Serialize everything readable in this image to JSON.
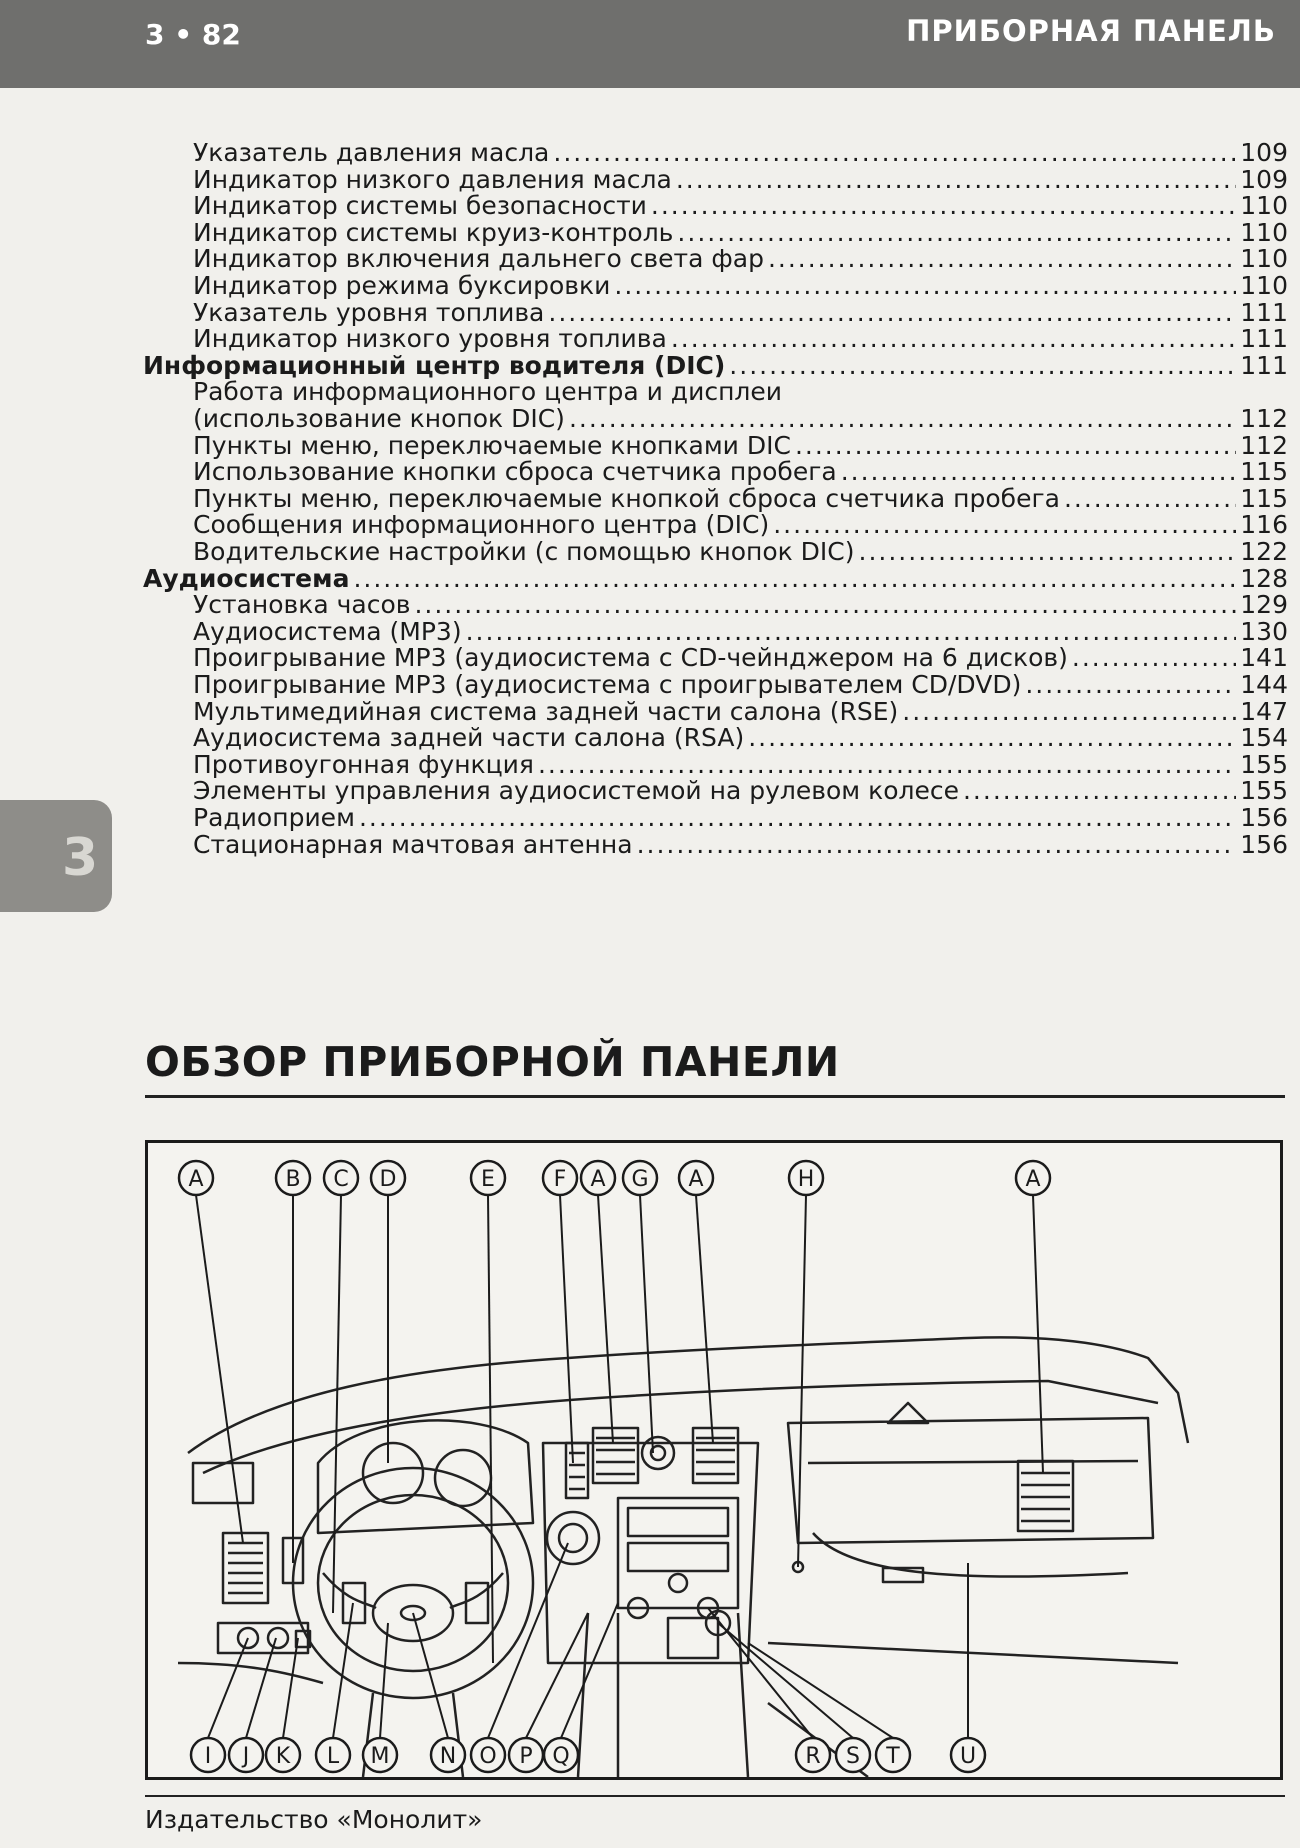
{
  "header": {
    "page_number": "3 • 82",
    "section_title": "ПРИБОРНАЯ ПАНЕЛЬ"
  },
  "side_tab": {
    "label": "3"
  },
  "toc": [
    {
      "title": "Указатель давления масла",
      "page": "109",
      "level": "sub"
    },
    {
      "title": "Индикатор низкого давления масла",
      "page": "109",
      "level": "sub"
    },
    {
      "title": "Индикатор системы безопасности",
      "page": "110",
      "level": "sub"
    },
    {
      "title": "Индикатор системы круиз-контроль",
      "page": "110",
      "level": "sub"
    },
    {
      "title": "Индикатор включения дальнего света фар",
      "page": "110",
      "level": "sub"
    },
    {
      "title": "Индикатор режима буксировки",
      "page": "110",
      "level": "sub"
    },
    {
      "title": "Указатель уровня топлива",
      "page": "111",
      "level": "sub"
    },
    {
      "title": "Индикатор низкого уровня топлива",
      "page": "111",
      "level": "sub"
    },
    {
      "title": "Информационный центр водителя (DIC)",
      "page": "111",
      "level": "main"
    },
    {
      "title": "Работа информационного центра и дисплеи",
      "page": "",
      "level": "cont"
    },
    {
      "title": "(использование кнопок DIC)",
      "page": "112",
      "level": "sub"
    },
    {
      "title": "Пункты меню, переключаемые кнопками DIC",
      "page": "112",
      "level": "sub"
    },
    {
      "title": "Использование кнопки сброса счетчика пробега",
      "page": "115",
      "level": "sub"
    },
    {
      "title": "Пункты меню, переключаемые кнопкой сброса счетчика пробега",
      "page": "115",
      "level": "sub"
    },
    {
      "title": "Сообщения информационного центра (DIC)",
      "page": "116",
      "level": "sub"
    },
    {
      "title": "Водительские настройки (с помощью кнопок DIC)",
      "page": "122",
      "level": "sub"
    },
    {
      "title": "Аудиосистема",
      "page": "128",
      "level": "main"
    },
    {
      "title": "Установка часов",
      "page": "129",
      "level": "sub"
    },
    {
      "title": "Аудиосистема (MP3)",
      "page": "130",
      "level": "sub"
    },
    {
      "title": "Проигрывание MP3 (аудиосистема с CD-чейнджером на 6 дисков)",
      "page": "141",
      "level": "sub"
    },
    {
      "title": "Проигрывание MP3 (аудиосистема с проигрывателем CD/DVD)",
      "page": "144",
      "level": "sub"
    },
    {
      "title": "Мультимедийная система задней части салона (RSE)",
      "page": "147",
      "level": "sub"
    },
    {
      "title": "Аудиосистема задней части салона (RSA)",
      "page": "154",
      "level": "sub"
    },
    {
      "title": "Противоугонная функция",
      "page": "155",
      "level": "sub"
    },
    {
      "title": "Элементы управления аудиосистемой на рулевом колесе",
      "page": "155",
      "level": "sub"
    },
    {
      "title": "Радиоприем",
      "page": "156",
      "level": "sub"
    },
    {
      "title": "Стационарная мачтовая антенна",
      "page": "156",
      "level": "sub"
    }
  ],
  "heading": "ОБЗОР ПРИБОРНОЙ ПАНЕЛИ",
  "diagram": {
    "top_callouts": [
      "A",
      "B",
      "C",
      "D",
      "E",
      "F",
      "A",
      "G",
      "A",
      "H",
      "A"
    ],
    "bottom_callouts": [
      "I",
      "J",
      "K",
      "L",
      "M",
      "N",
      "O",
      "P",
      "Q",
      "R",
      "S",
      "T",
      "U"
    ]
  },
  "footer": {
    "publisher": "Издательство «Монолит»"
  }
}
